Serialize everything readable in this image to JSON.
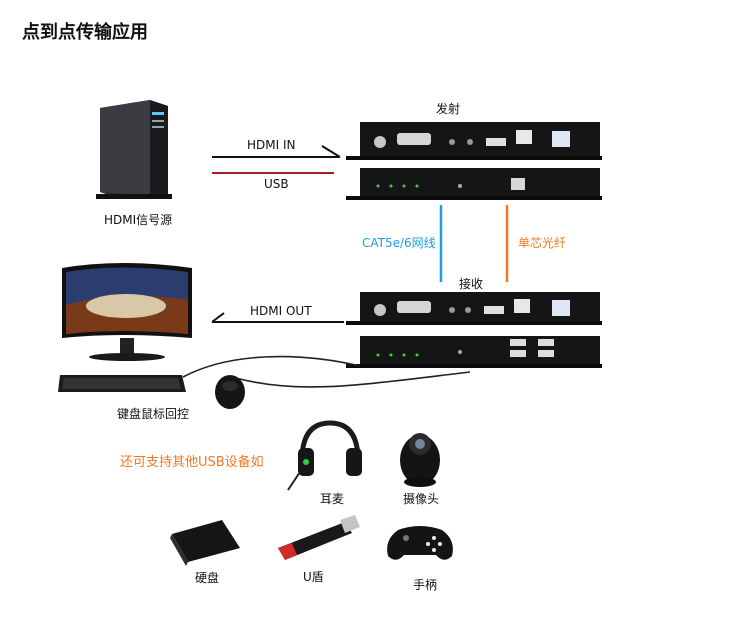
{
  "title": "点到点传输应用",
  "source_label": "HDMI信号源",
  "tx_label": "发射",
  "rx_label": "接收",
  "hdmi_in": "HDMI  IN",
  "usb": "USB",
  "cat_label": "CAT5e/6网线",
  "fiber_label": "单芯光纤",
  "hdmi_out": "HDMI OUT",
  "kvm_label": "键盘鼠标回控",
  "usb_note": "还可支持其他USB设备如",
  "devices": {
    "headset": "耳麦",
    "camera": "摄像头",
    "hdd": "硬盘",
    "udisk": "U盾",
    "gamepad": "手柄"
  },
  "colors": {
    "cat": "#1a9fe0",
    "fiber": "#f07a23",
    "usb_line": "#a01e2c",
    "note": "#f07a23"
  }
}
